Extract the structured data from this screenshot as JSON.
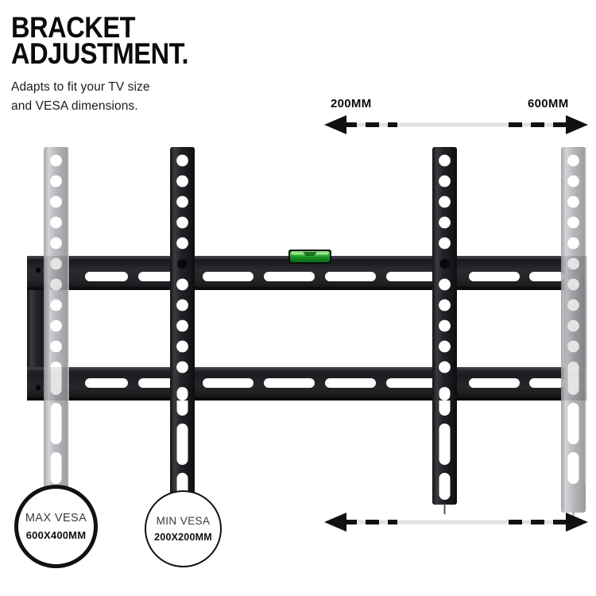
{
  "headline": {
    "line1": "BRACKET",
    "line2": "ADJUSTMENT.",
    "subtitle_line1": "Adapts to fit your TV size",
    "subtitle_line2": "and VESA dimensions."
  },
  "dimensions": {
    "top_arrow": {
      "left_label": "200MM",
      "right_label": "600MM"
    },
    "bottom_arrow": {
      "left_label": "",
      "right_label": ""
    }
  },
  "callouts": [
    {
      "id": "max-vesa",
      "title": "MAX VESA",
      "value": "600X400MM"
    },
    {
      "id": "min-vesa",
      "title": "MIN VESA",
      "value": "200X200MM"
    }
  ],
  "product": {
    "type": "tv-wall-mount-bracket",
    "bubble_level_color": "#2faa32",
    "rail_black_color": "#1b1b1e",
    "rail_gray_color": "#a9a9ad",
    "bracket_color": "#232327"
  },
  "colors": {
    "background": "#ffffff",
    "text_primary": "#0b0b0b",
    "text_secondary": "#3a3a3a",
    "arrow": "#111111",
    "arrow_track": "#e2e2e2"
  }
}
